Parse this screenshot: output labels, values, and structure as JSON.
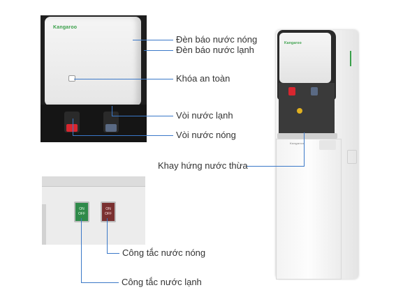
{
  "brand": {
    "name": "Kangaroo"
  },
  "callouts": {
    "hot_indicator": "Đèn báo nước nóng",
    "cold_indicator": "Đèn báo nước lạnh",
    "safety_lock": "Khóa an toàn",
    "cold_tap": "Vòi nước lạnh",
    "hot_tap": "Vòi nước nóng",
    "drip_tray": "Khay hứng nước thừa",
    "hot_switch": "Công tắc nước nóng",
    "cold_switch": "Công tắc nước lạnh"
  },
  "switch_labels": {
    "on": "ON",
    "off": "OFF"
  },
  "colors": {
    "callout_line": "#3a78c8",
    "hot": "#d8262f",
    "cold": "#5a6a84",
    "brand": "#3aa04a",
    "switch_green": "#2f8a4a",
    "switch_dark": "#7a3030"
  }
}
